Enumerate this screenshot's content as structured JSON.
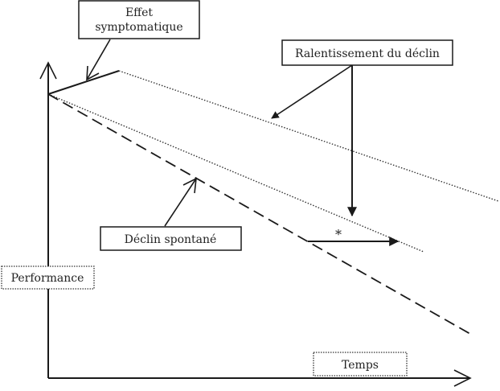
{
  "diagram": {
    "title": "",
    "colors": {
      "line": "#1a1a1a",
      "background": "#ffffff"
    },
    "axes": {
      "y_label": "Performance",
      "x_label": "Temps"
    },
    "boxes": {
      "symptomatic": [
        "Effet",
        "symptomatique"
      ],
      "slowing": "Ralentissement du déclin",
      "spontaneous": "Déclin spontané"
    },
    "annotations": {
      "asterisk": "*"
    },
    "curves": [
      {
        "name": "symptomatic-effect",
        "style": "solid"
      },
      {
        "name": "slowed-decline-upper",
        "style": "dotted"
      },
      {
        "name": "slowed-decline-lower",
        "style": "dotted"
      },
      {
        "name": "spontaneous-decline",
        "style": "dashed"
      }
    ]
  }
}
